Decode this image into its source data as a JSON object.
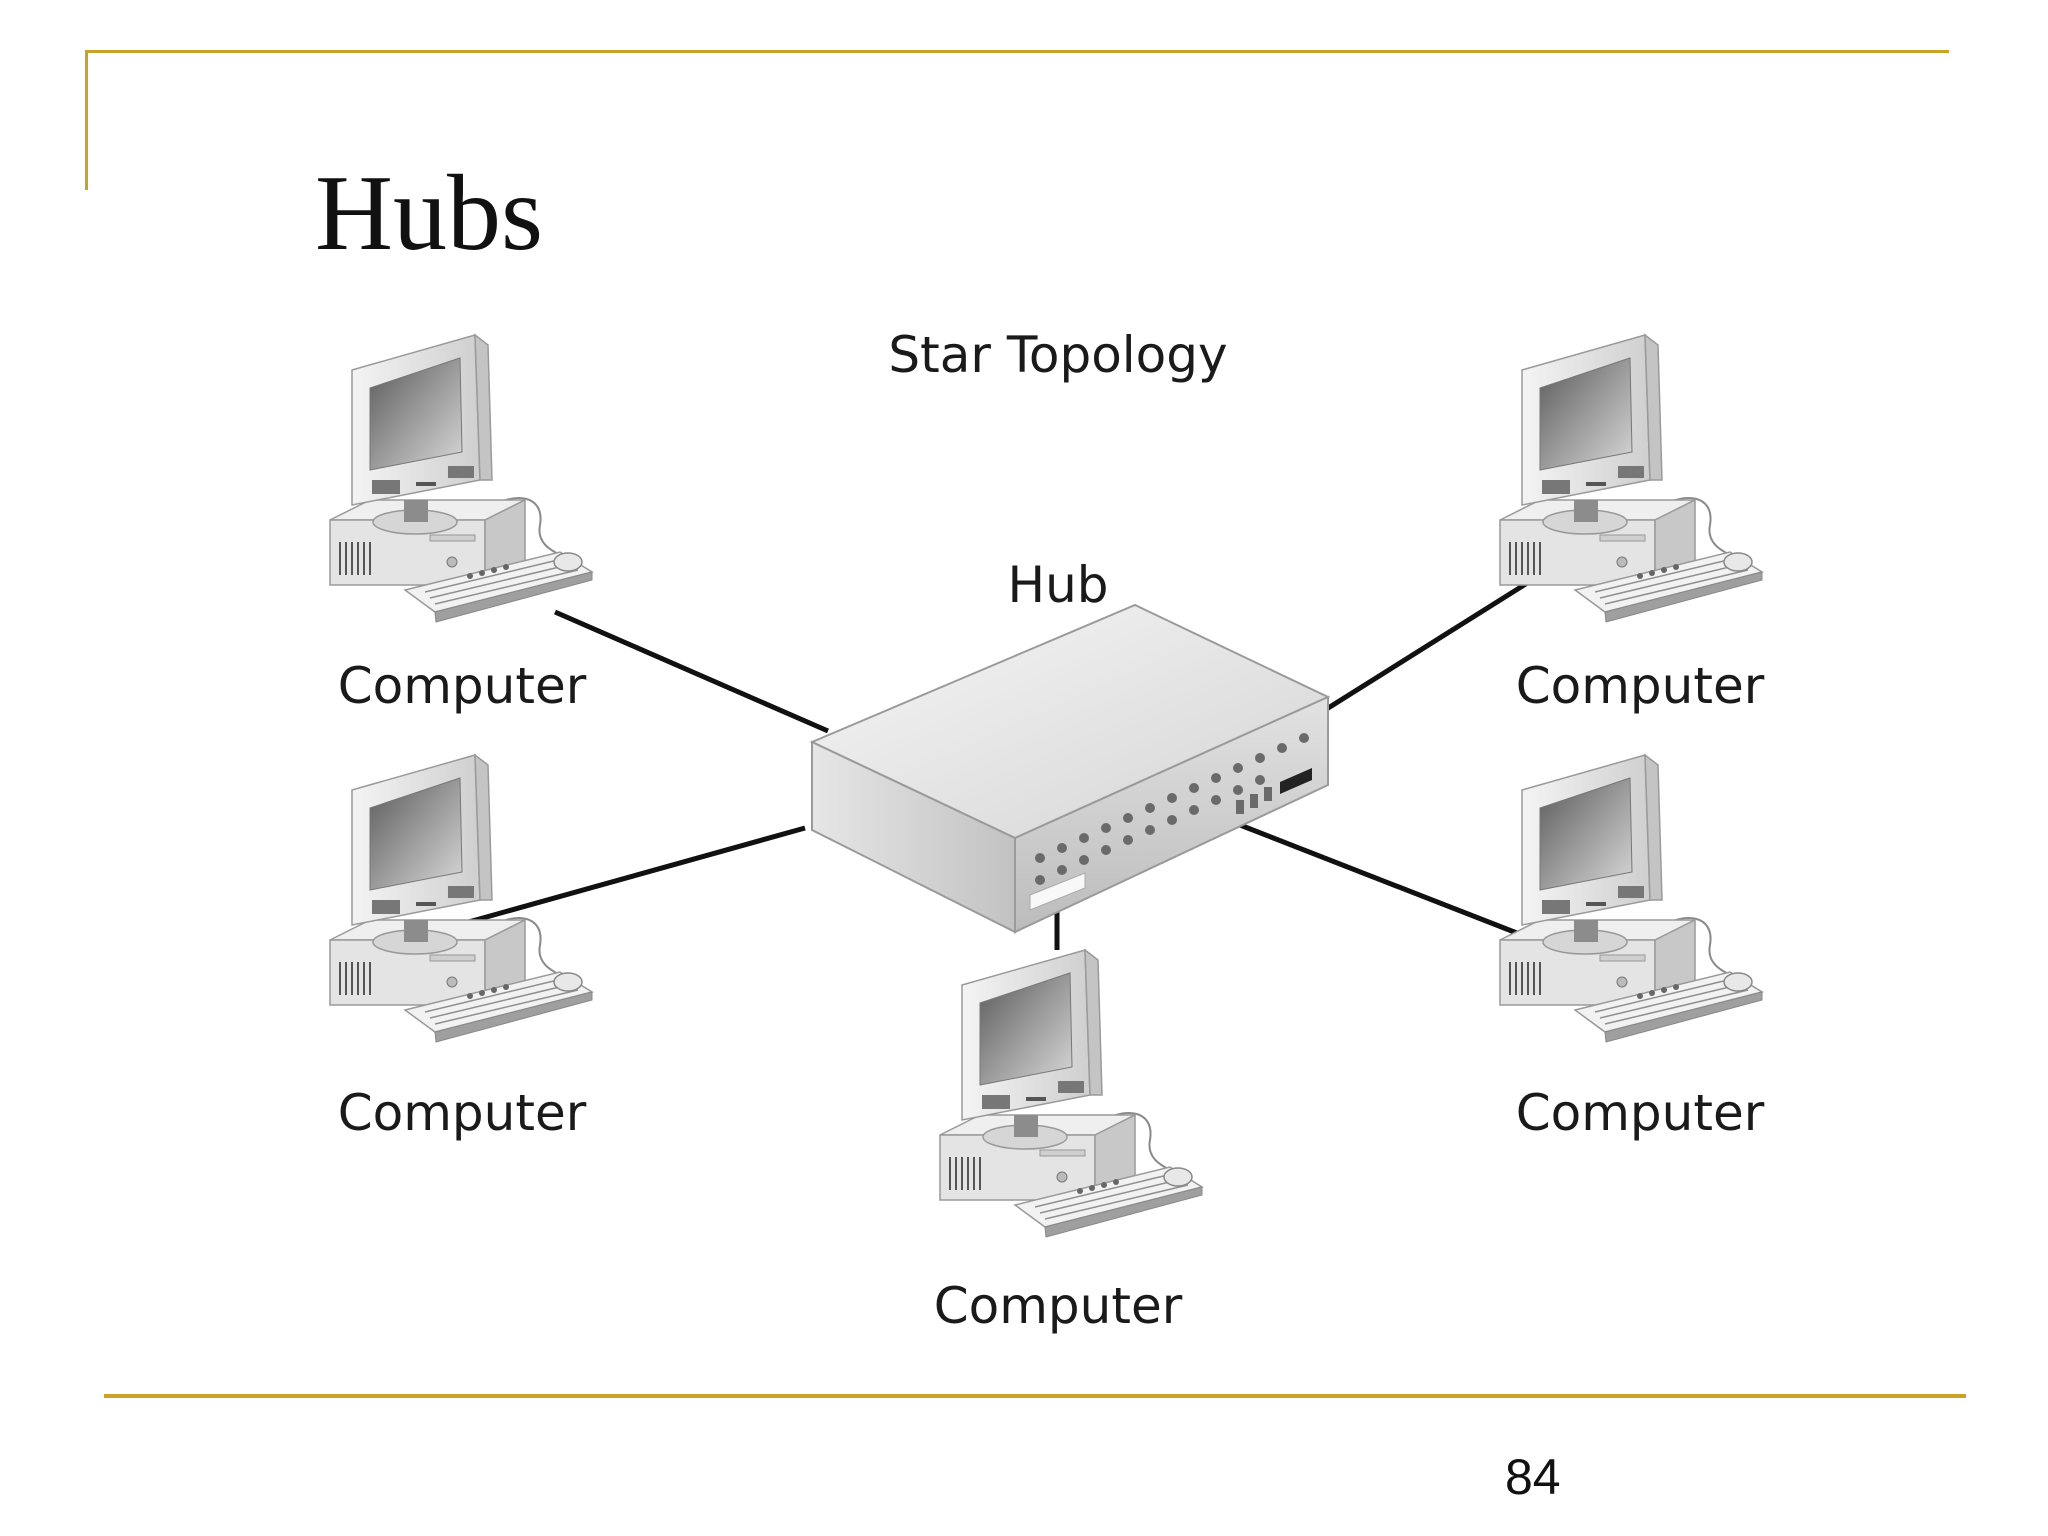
{
  "slide": {
    "title": "Hubs",
    "page_number": "84",
    "accent_color": "#c9a227"
  },
  "diagram": {
    "title": "Star Topology",
    "hub": {
      "label": "Hub",
      "icon": "hub-icon"
    },
    "computers": [
      {
        "label": "Computer",
        "icon": "computer-icon"
      },
      {
        "label": "Computer",
        "icon": "computer-icon"
      },
      {
        "label": "Computer",
        "icon": "computer-icon"
      },
      {
        "label": "Computer",
        "icon": "computer-icon"
      },
      {
        "label": "Computer",
        "icon": "computer-icon"
      }
    ]
  }
}
